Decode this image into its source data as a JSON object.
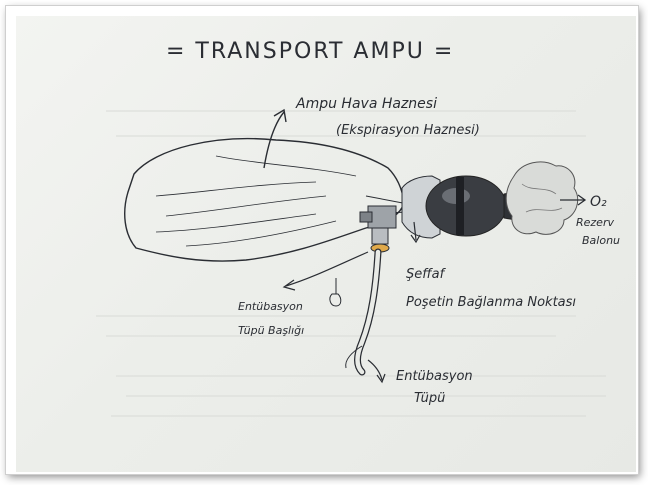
{
  "title": "= TRANSPORT AMPU =",
  "labels": {
    "air_chamber": "Ampu Hava Haznesi",
    "air_chamber_alt": "(Ekspirasyon Haznesi)",
    "o2": "O₂",
    "reservoir_1": "Rezerv",
    "reservoir_2": "Balonu",
    "seffaf": "Şeffaf",
    "bag_connection": "Poşetin Bağlanma Noktası",
    "tube_head_1": "Entübasyon",
    "tube_head_2": "Tüpü Başlığı",
    "tube_1": "Entübasyon",
    "tube_2": "Tüpü"
  },
  "colors": {
    "ink": "#2a2d33",
    "paper": "#eceeea"
  }
}
